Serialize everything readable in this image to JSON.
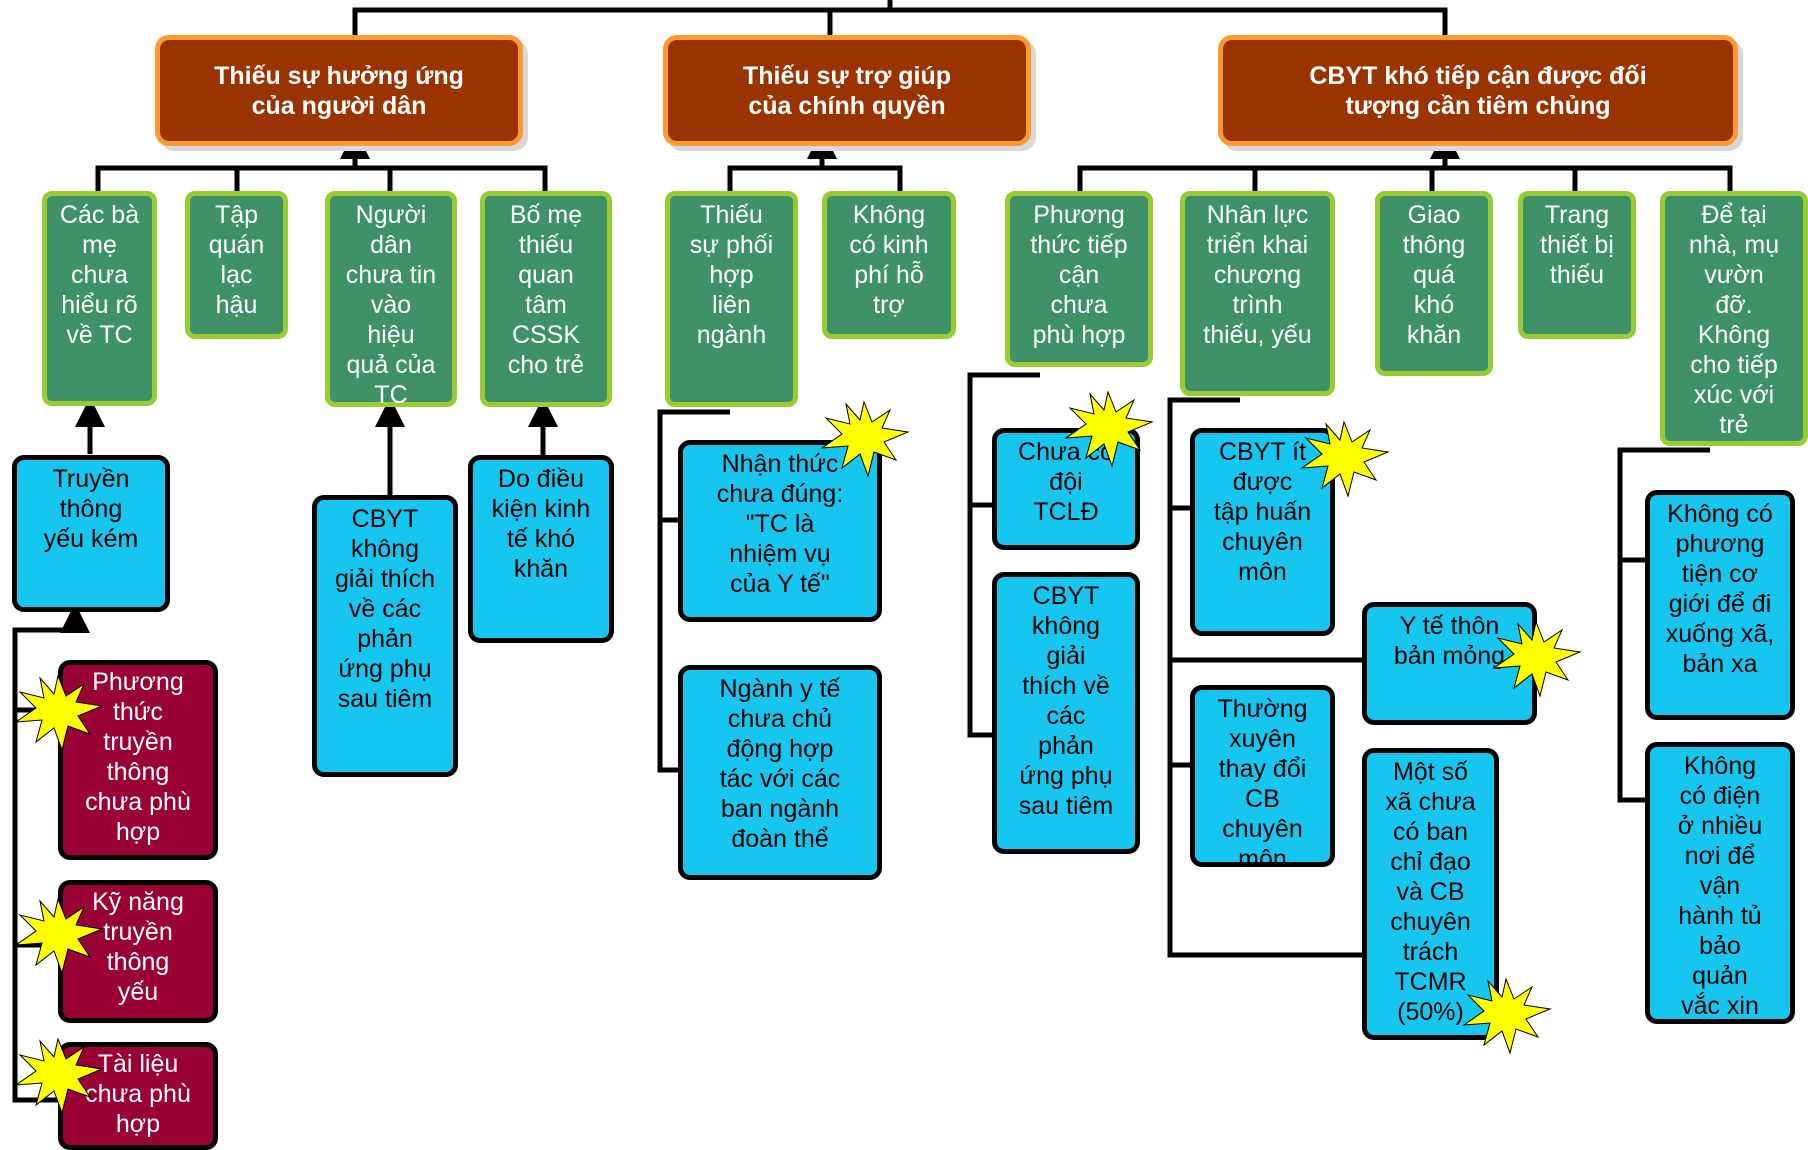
{
  "colors": {
    "root_fill": "#993300",
    "root_border": "#ff9933",
    "group_fill": "#3f9168",
    "group_border": "#99cc33",
    "cause_fill": "#17c6ef",
    "sub_fill": "#990033",
    "line": "#000000",
    "star_fill": "#ffff00"
  },
  "icons": {
    "star": "burst-star-icon",
    "arrow": "arrow-head-icon"
  },
  "roots": [
    "Thiếu sự hưởng ứng\ncủa người dân",
    "Thiếu sự trợ giúp\ncủa chính quyền",
    "CBYT  khó tiếp cận được đối\ntượng cần tiêm chủng"
  ],
  "groups": [
    "Các bà\nmẹ\nchưa\nhiểu rõ\nvề TC",
    "Tập\nquán\nlạc\nhậu",
    "Người\ndân\nchưa tin\nvào\nhiệu\nquả của\nTC",
    "Bố mẹ\nthiếu\nquan\ntâm\nCSSK\ncho trẻ",
    "Thiếu\nsự phối\nhợp\nliên\nngành",
    "Không\ncó kinh\nphí hỗ\ntrợ",
    "Phương\nthức tiếp\ncận\nchưa\nphù hợp",
    "Nhân lực\ntriển khai\nchương\ntrình\nthiếu, yếu",
    "Giao\nthông\nquá\nkhó\nkhăn",
    "Trang\nthiết bị\nthiếu",
    "Để tại\nnhà, mụ\nvườn\nđỡ.\nKhông\ncho tiếp\nxúc với\ntrẻ"
  ],
  "causes": [
    "Truyền\nthông\nyếu kém",
    "CBYT\nkhông\ngiải thích\nvề các\nphản\nứng phụ\nsau tiêm",
    "Do điều\nkiện kinh\ntế khó\nkhăn",
    "Nhận thức\nchưa đúng:\n\"TC là\nnhiệm vụ\ncủa Y tế\"",
    "Ngành y tế\nchưa chủ\nđộng hợp\ntác với các\nban ngành\nđoàn thể",
    "Chưa có\nđội\nTCLĐ",
    "CBYT\nkhông\ngiải\nthích về\ncác\nphản\nứng phụ\nsau tiêm",
    "CBYT ít\nđược\ntập huấn\nchuyên\nmôn",
    "Y tế thôn\nbản mỏng",
    "Thường\nxuyên\nthay đổi\nCB\nchuyên\nmôn",
    "Một số\nxã chưa\ncó ban\nchỉ đạo\nvà CB\nchuyên\ntrách\nTCMR\n(50%)",
    "Không có\nphương\ntiện cơ\ngiới để đi\nxuống xã,\nbản xa",
    "Không\ncó điện\nở nhiều\nnơi để\nvận\nhành tủ\nbảo\nquản\nvắc xin"
  ],
  "subcauses": [
    "Phương\nthức\ntruyền\nthông\nchưa phù\nhợp",
    "Kỹ năng\ntruyền\nthông\nyếu",
    "Tài liệu\nchưa phù\nhợp"
  ]
}
